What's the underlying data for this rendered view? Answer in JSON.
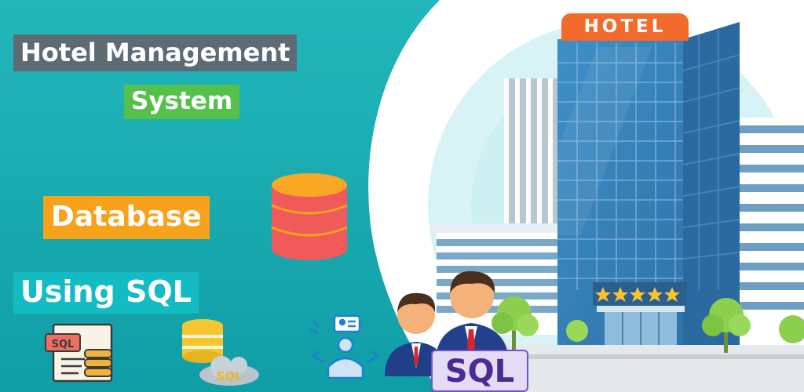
{
  "title": {
    "line1": "Hotel Management",
    "line2": "System"
  },
  "labels": {
    "database": "Database",
    "using_sql": "Using SQL"
  },
  "hotel": {
    "sign": "HOTEL",
    "stars": 5
  },
  "sql_badges": {
    "people_badge": "SQL",
    "document_badge": "SQL",
    "cloud_badge": "SQL"
  },
  "colors": {
    "teal_background": "#17b3b6",
    "title_bg": "#5f6b73",
    "system_bg": "#56c14a",
    "database_bg": "#f7a21b",
    "sql_label_bg": "#12bcc2",
    "hotel_sign": "#f26b2a",
    "database_icon": "#f05a5b"
  },
  "icons": [
    "database-cylinder-icon",
    "sql-document-icon",
    "sql-cloud-database-icon",
    "user-profile-icon",
    "businessman-icon",
    "hotel-building-icon",
    "tree-icon",
    "star-icon"
  ]
}
